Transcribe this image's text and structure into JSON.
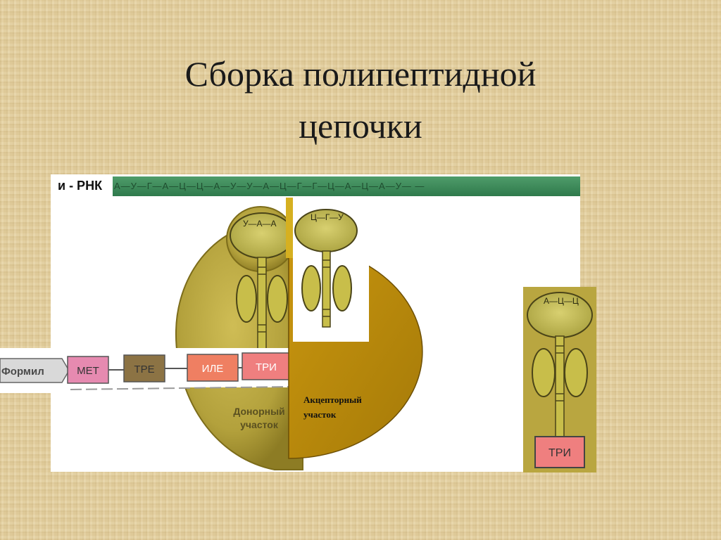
{
  "slide": {
    "title_line1": "Сборка полипептидной",
    "title_line2": "цепочки"
  },
  "diagram": {
    "mrna_label": "и - РНК",
    "mrna_sequence": "А—У—Г—А—Ц—Ц—А—У—У—А—Ц—Г—Г—Ц—А—Ц—А—У— —",
    "chain": {
      "formyl": "Формил",
      "amino_acids": [
        "МЕТ",
        "ТРЕ",
        "ИЛЕ",
        "ТРИ"
      ]
    },
    "trna_donor_anticodon": "У—А—А",
    "trna_acceptor_anticodon": "Ц—Г—У",
    "trna_free_anticodon": "А—Ц—Ц",
    "trna_free_amino_acid": "ТРИ",
    "donor_site": {
      "line1": "Донорный",
      "line2": "участок"
    },
    "acceptor_site": {
      "line1": "Акцепторный",
      "line2": "участок"
    }
  },
  "colors": {
    "ribosome": "#b9a640",
    "ribosome_dark": "#8f7f20",
    "acceptor_wedge": "#b8860b",
    "mrna_strip": "#3f8b5c",
    "met": "#e68ab0",
    "tre": "#8c7344",
    "ile": "#ef7f62",
    "tri": "#ef7f7f"
  }
}
